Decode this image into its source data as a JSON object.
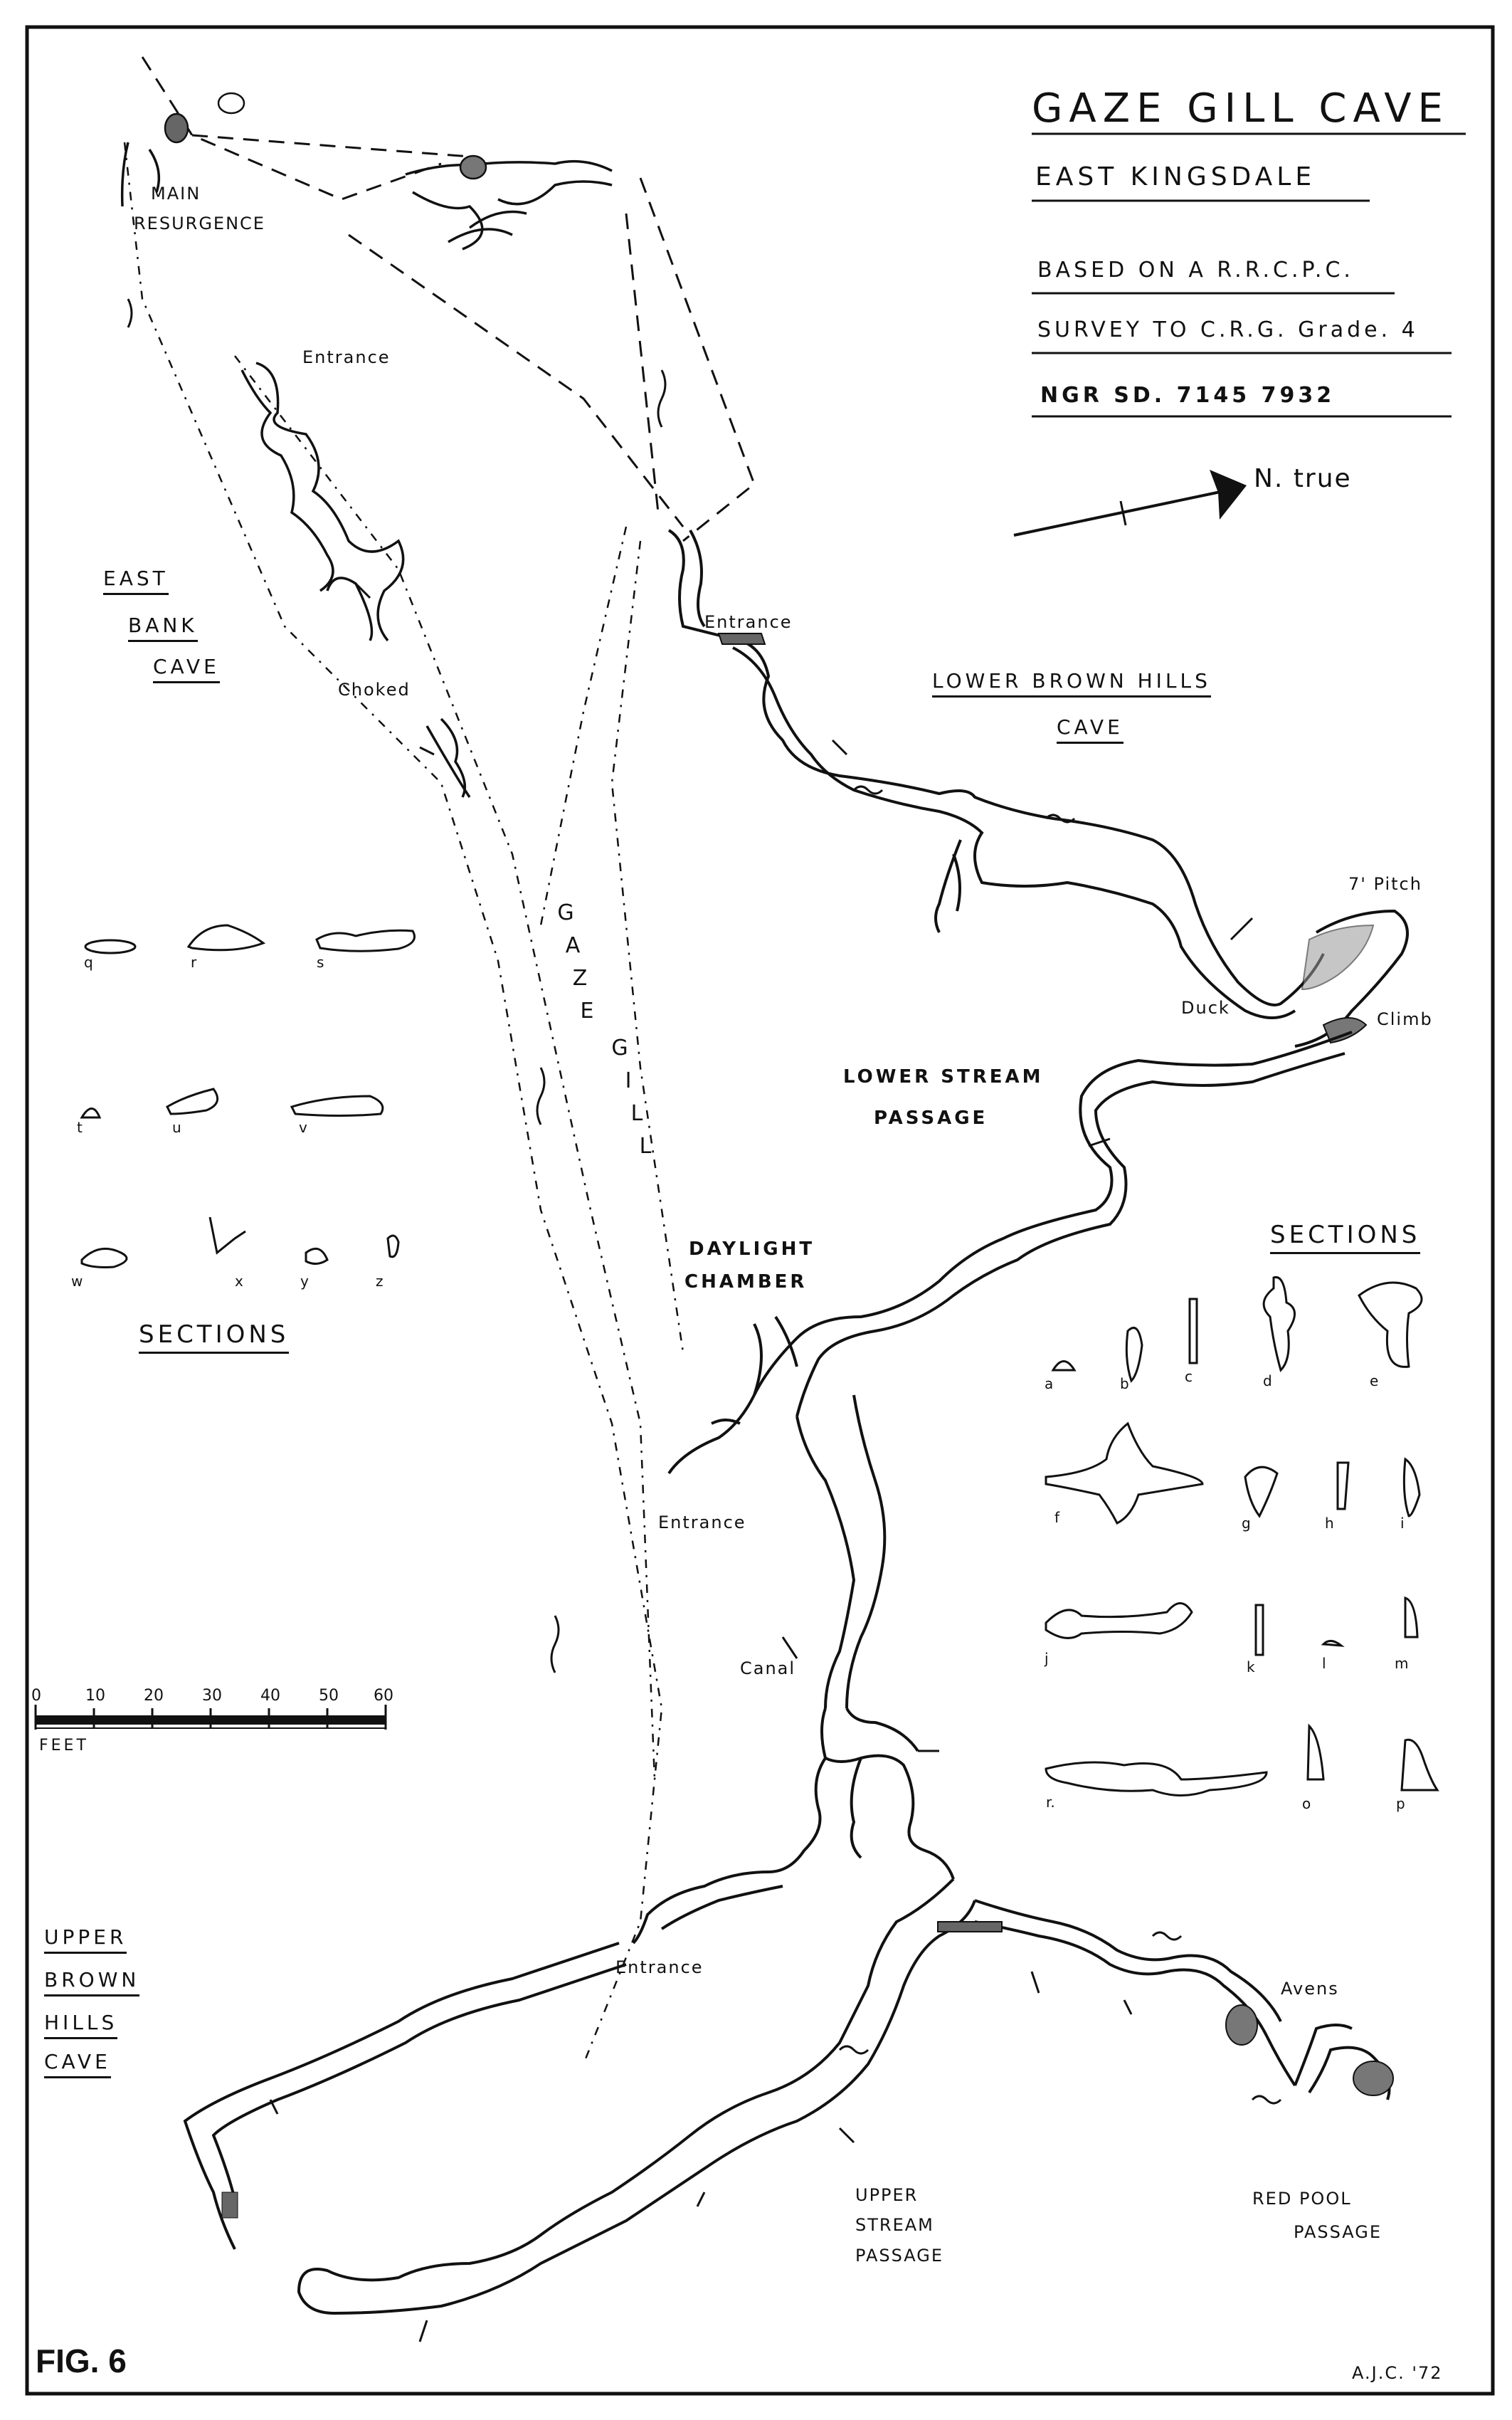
{
  "title": {
    "main": "GAZE GILL CAVE",
    "area": "EAST KINGSDALE",
    "based_on": "BASED ON A R.R.C.P.C.",
    "survey": "SURVEY TO C.R.G. Grade. 4",
    "ngr": "NGR SD. 7145 7932"
  },
  "north_arrow": {
    "label": "N. true"
  },
  "caves": {
    "east_bank": [
      "EAST",
      "BANK",
      "CAVE"
    ],
    "lower_brown_hills": [
      "LOWER BROWN HILLS",
      "CAVE"
    ],
    "upper_brown_hills": [
      "UPPER",
      "BROWN",
      "HILLS",
      "CAVE"
    ]
  },
  "passages": {
    "lower_stream": [
      "LOWER STREAM",
      "PASSAGE"
    ],
    "daylight": [
      "DAYLIGHT",
      "CHAMBER"
    ],
    "upper_stream": [
      "UPPER",
      "STREAM",
      "PASSAGE"
    ],
    "red_pool": [
      "RED POOL",
      "PASSAGE"
    ],
    "gaze_gill": [
      "G",
      "A",
      "Z",
      "E",
      "",
      "G",
      "I",
      "L",
      "L"
    ]
  },
  "features": {
    "main_resurgence": [
      "MAIN",
      "RESURGENCE"
    ],
    "entrance": "Entrance",
    "choked": "Choked",
    "pitch": "7' Pitch",
    "climb": "Climb",
    "duck": "Duck",
    "canal": "Canal",
    "avens": "Avens"
  },
  "sections_heading": "SECTIONS",
  "section_letters_left": [
    "q",
    "r",
    "s",
    "t",
    "u",
    "v",
    "w",
    "x",
    "y",
    "z"
  ],
  "section_letters_right": [
    "a",
    "b",
    "c",
    "d",
    "e",
    "f",
    "g",
    "h",
    "i",
    "j",
    "k",
    "l",
    "m",
    "r.",
    "o",
    "p"
  ],
  "scale": {
    "ticks": [
      "0",
      "10",
      "20",
      "30",
      "40",
      "50",
      "60"
    ],
    "unit": "FEET"
  },
  "figure_label": "FIG. 6",
  "author": "A.J.C. '72",
  "colors": {
    "ink": "#111111",
    "paper": "#ffffff"
  }
}
